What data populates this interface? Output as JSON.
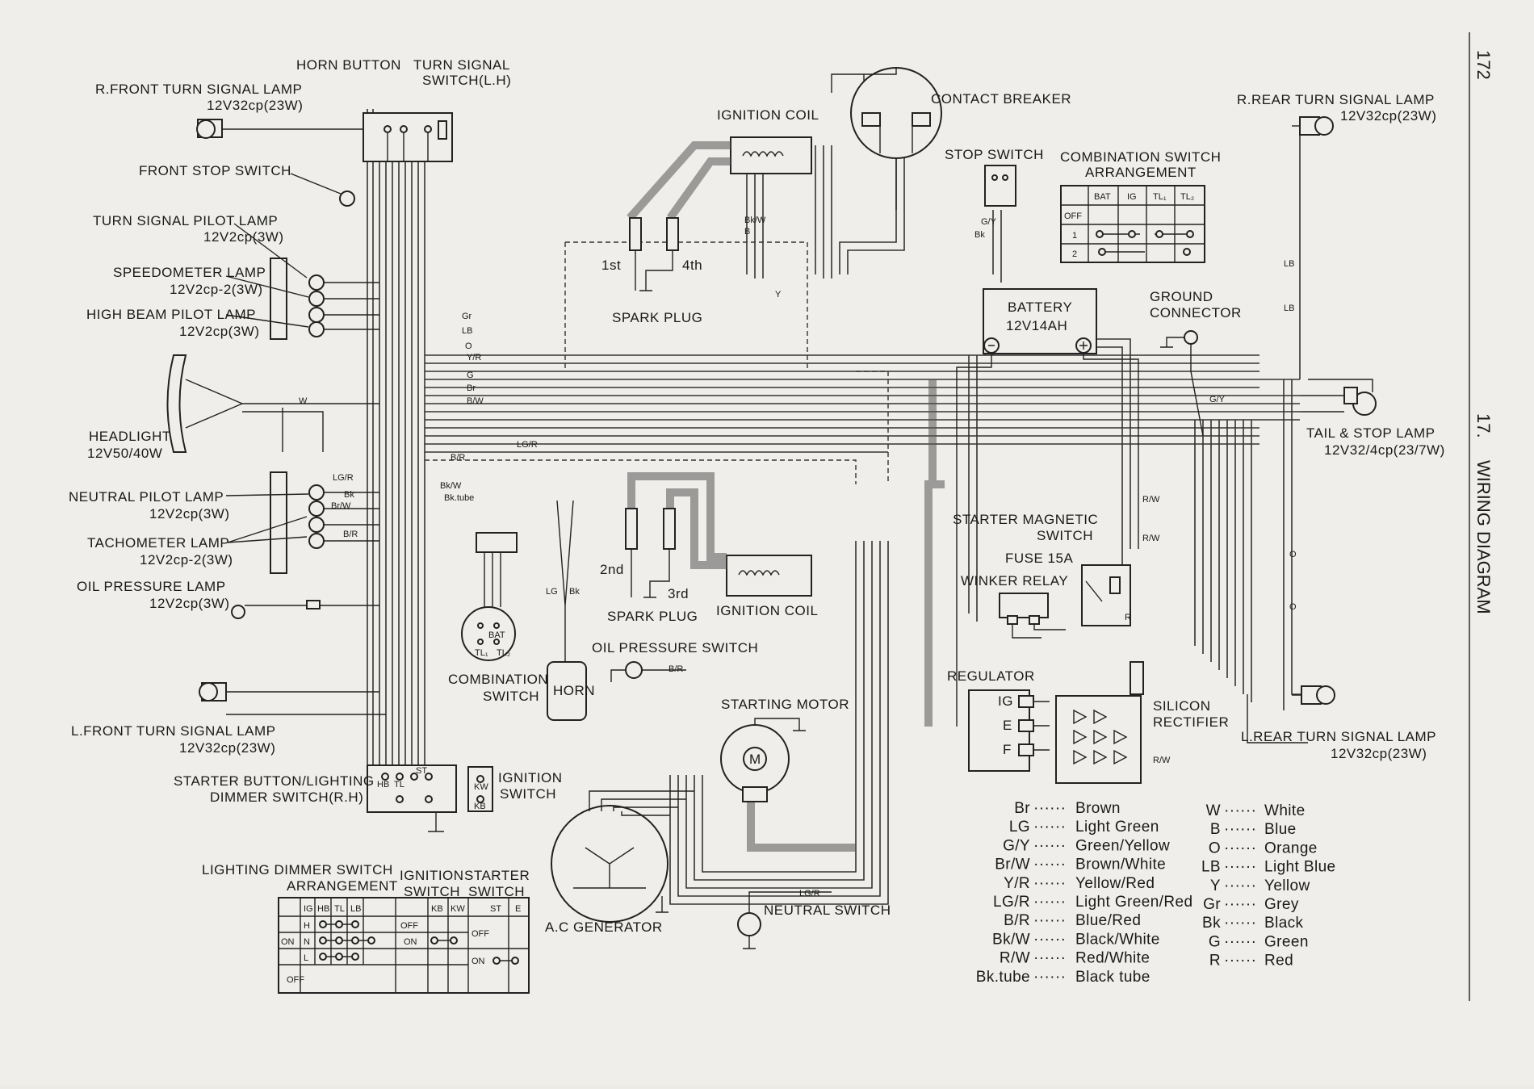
{
  "page": {
    "number": "172",
    "section": "17.",
    "title": "WIRING DIAGRAM"
  },
  "components": {
    "horn_button": "HORN BUTTON",
    "turn_signal_switch": "TURN SIGNAL",
    "turn_signal_switch_2": "SWITCH(L.H)",
    "r_front_turn": "R.FRONT TURN SIGNAL LAMP",
    "r_front_turn_spec": "12V32cp(23W)",
    "front_stop": "FRONT STOP SWITCH",
    "turn_pilot": "TURN SIGNAL PILOT LAMP",
    "turn_pilot_spec": "12V2cp(3W)",
    "speedo": "SPEEDOMETER LAMP",
    "speedo_spec": "12V2cp-2(3W)",
    "high_beam": "HIGH BEAM PILOT LAMP",
    "high_beam_spec": "12V2cp(3W)",
    "headlight": "HEADLIGHT",
    "headlight_spec": "12V50/40W",
    "neutral_pilot": "NEUTRAL PILOT LAMP",
    "neutral_pilot_spec": "12V2cp(3W)",
    "tacho": "TACHOMETER LAMP",
    "tacho_spec": "12V2cp-2(3W)",
    "oil_lamp": "OIL PRESSURE LAMP",
    "oil_lamp_spec": "12V2cp(3W)",
    "l_front_turn": "L.FRONT TURN SIGNAL LAMP",
    "l_front_turn_spec": "12V32cp(23W)",
    "starter_button": "STARTER BUTTON/LIGHTING",
    "starter_button_2": "DIMMER SWITCH(R.H)",
    "ignition_switch": "IGNITION",
    "ignition_switch_2": "SWITCH",
    "ignition_coil_top": "IGNITION COIL",
    "ignition_coil_bottom": "IGNITION COIL",
    "spark_plug_top": "SPARK PLUG",
    "spark_plug_bottom": "SPARK PLUG",
    "plug_1st": "1st",
    "plug_4th": "4th",
    "plug_2nd": "2nd",
    "plug_3rd": "3rd",
    "contact_breaker": "CONTACT BREAKER",
    "stop_switch": "STOP SWITCH",
    "battery": "BATTERY",
    "battery_spec": "12V14AH",
    "ground_connector": "GROUND",
    "ground_connector_2": "CONNECTOR",
    "r_rear_turn": "R.REAR TURN SIGNAL LAMP",
    "r_rear_turn_spec": "12V32cp(23W)",
    "tail_stop": "TAIL & STOP LAMP",
    "tail_stop_spec": "12V32/4cp(23/7W)",
    "starter_magnetic": "STARTER MAGNETIC",
    "starter_magnetic_2": "SWITCH",
    "fuse": "FUSE 15A",
    "winker_relay": "WINKER RELAY",
    "regulator": "REGULATOR",
    "silicon_rectifier": "SILICON",
    "silicon_rectifier_2": "RECTIFIER",
    "l_rear_turn": "L.REAR TURN SIGNAL LAMP",
    "l_rear_turn_spec": "12V32cp(23W)",
    "combination_switch": "COMBINATION",
    "combination_switch_2": "SWITCH",
    "horn": "HORN",
    "oil_pressure_switch": "OIL PRESSURE SWITCH",
    "starting_motor": "STARTING MOTOR",
    "ac_generator": "A.C GENERATOR",
    "neutral_switch": "NEUTRAL SWITCH"
  },
  "combo_table": {
    "title": "COMBINATION SWITCH",
    "title_2": "ARRANGEMENT",
    "headers": [
      "BAT",
      "IG",
      "TL₁",
      "TL₂"
    ],
    "rows": [
      "OFF",
      "1",
      "2"
    ]
  },
  "lighting_table": {
    "title": "LIGHTING DIMMER SWITCH",
    "title_2": "ARRANGEMENT",
    "headers": [
      "IG",
      "HB",
      "TL",
      "LB"
    ],
    "rows": [
      "H",
      "N",
      "L"
    ],
    "on": "ON",
    "off": "OFF"
  },
  "ignition_table": {
    "title": "IGNITION",
    "title_2": "SWITCH",
    "headers": [
      "KB",
      "KW"
    ],
    "off": "OFF",
    "on": "ON"
  },
  "starter_table": {
    "title": "STARTER",
    "title_2": "SWITCH",
    "headers": [
      "ST",
      "E"
    ],
    "off": "OFF",
    "on": "ON"
  },
  "wire_codes": {
    "gr": "Gr",
    "lb": "LB",
    "o": "O",
    "yr": "Y/R",
    "g": "G",
    "br": "Br",
    "bw": "B/W",
    "bkw": "Bk/W",
    "lgr": "LG/R",
    "b": "B",
    "y": "Y",
    "w": "W",
    "bk": "Bk",
    "lg": "LG",
    "brw": "Br/W",
    "gy": "G/Y",
    "r": "R",
    "rw": "R/W",
    "br2": "B/R",
    "bktube": "Bk.tube",
    "bat": "BAT",
    "ig": "IG",
    "tl1": "TL₁",
    "tl2": "TL₂",
    "hb": "HB",
    "tl": "TL",
    "st": "ST",
    "kw": "KW",
    "kb": "KB",
    "e": "E",
    "f": "F",
    "m": "M"
  },
  "legend": {
    "left": [
      {
        "code": "Br",
        "name": "Brown"
      },
      {
        "code": "LG",
        "name": "Light Green"
      },
      {
        "code": "G/Y",
        "name": "Green/Yellow"
      },
      {
        "code": "Br/W",
        "name": "Brown/White"
      },
      {
        "code": "Y/R",
        "name": "Yellow/Red"
      },
      {
        "code": "LG/R",
        "name": "Light Green/Red"
      },
      {
        "code": "B/R",
        "name": "Blue/Red"
      },
      {
        "code": "Bk/W",
        "name": "Black/White"
      },
      {
        "code": "R/W",
        "name": "Red/White"
      },
      {
        "code": "Bk.tube",
        "name": "Black tube"
      }
    ],
    "right": [
      {
        "code": "W",
        "name": "White"
      },
      {
        "code": "B",
        "name": "Blue"
      },
      {
        "code": "O",
        "name": "Orange"
      },
      {
        "code": "LB",
        "name": "Light Blue"
      },
      {
        "code": "Y",
        "name": "Yellow"
      },
      {
        "code": "Gr",
        "name": "Grey"
      },
      {
        "code": "Bk",
        "name": "Black"
      },
      {
        "code": "G",
        "name": "Green"
      },
      {
        "code": "R",
        "name": "Red"
      }
    ]
  }
}
